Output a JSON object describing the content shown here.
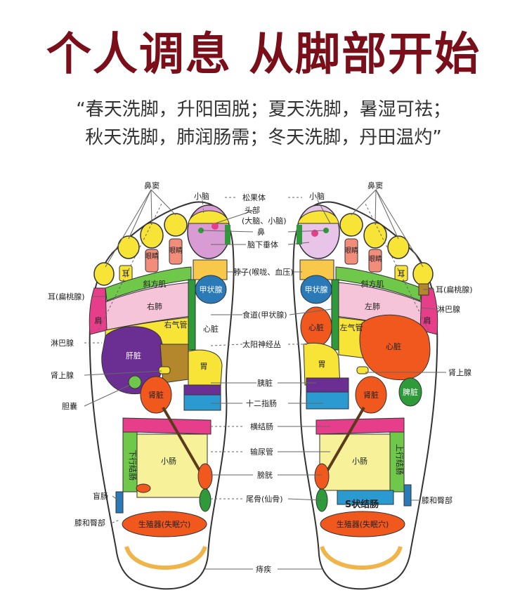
{
  "title": "个人调息 从脚部开始",
  "quote_line1": "“春天洗脚，升阳固脱；夏天洗脚，暑湿可祛；",
  "quote_line2": "秋天洗脚，肺润肠需；冬天洗脚，丹田温灼”",
  "side_labels": {
    "nose_left": "鼻窦",
    "ear_tonsil_left": "耳(扁桃腺)",
    "lymph_left": "淋巴腺",
    "adrenal_left": "肾上腺",
    "gallbladder": "胆囊",
    "appendix": "盲肠",
    "knee_left": "膝和臀部",
    "nose_right": "鼻窦",
    "ear_tonsil_right": "耳(扁桃腺)",
    "lymph_right": "淋巴腺",
    "adrenal_right": "肾上腺",
    "knee_right": "膝和臀部"
  },
  "center_labels": {
    "cerebellum_left": "小脑",
    "pineal": "松果体",
    "head": "头部",
    "brain": "(大脑、小脑)",
    "nose": "鼻",
    "pituitary": "脑下垂体",
    "cerebellum_right": "小脑",
    "neck": "脖子(喉咙、血压)",
    "esophagus": "食道(甲状腺)",
    "solar_plexus": "太阳神经丛",
    "pancreas": "胰脏",
    "duodenum": "十二指肠",
    "transverse_colon": "横结肠",
    "ureter": "输尿管",
    "bladder": "膀胱",
    "coccyx": "尾骨(仙骨)",
    "hemorrhoid": "痔疾"
  },
  "zone_labels": {
    "eye_l": "眼睛",
    "eye_l2": "眼睛",
    "ear_l": "耳",
    "trapezius_l": "斜方肌",
    "right_lung": "右肺",
    "right_bronchus": "右气管",
    "thyroid_l": "甲状腺",
    "heart_l": "心脏",
    "liver": "肝脏",
    "stomach_l": "胃",
    "kidney_l": "肾脏",
    "shoulder_l": "肩",
    "descending_colon": "下行结肠",
    "small_int_l": "小肠",
    "genital_l": "生殖器(失眠穴)",
    "eye_r": "眼睛",
    "eye_r2": "眼睛",
    "ear_r": "耳",
    "trapezius_r": "斜方肌",
    "left_lung": "左肺",
    "left_bronchus": "左气管",
    "thyroid_r": "甲状腺",
    "heart_r": "心脏",
    "heart_big": "心脏",
    "stomach_r": "胃",
    "kidney_r": "肾脏",
    "spleen": "脾脏",
    "shoulder_r": "肩",
    "ascending_colon": "上行结肠",
    "small_int_r": "小肠",
    "sigmoid": "S状结肠",
    "genital_r": "生殖器(失眠穴)"
  },
  "colors": {
    "title": "#7a0f1a",
    "yellow": "#f7e437",
    "pink": "#e63e8a",
    "orange": "#f0581e",
    "purple": "#6b2f94",
    "blue": "#2a7ab8",
    "green": "#2e9a3a",
    "tan": "#b4872c"
  }
}
